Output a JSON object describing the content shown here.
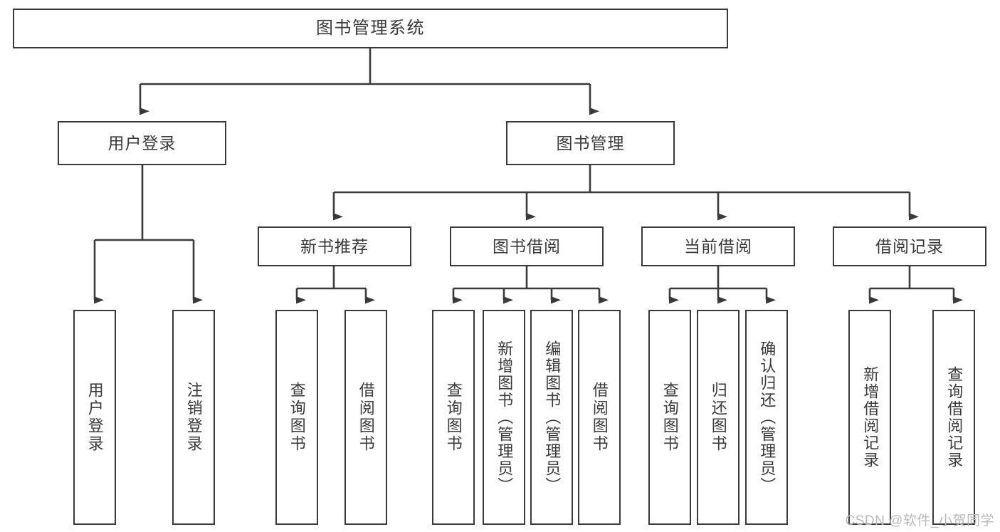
{
  "diagram": {
    "title": "图书管理系统",
    "type": "tree",
    "colors": {
      "stroke": "#3a3a3a",
      "fill": "#ffffff",
      "text": "#3a3a3a",
      "watermark": "#b9b9b9"
    },
    "nodes": {
      "root": {
        "label": "图书管理系统"
      },
      "level1": [
        {
          "label": "用户登录"
        },
        {
          "label": "图书管理"
        }
      ],
      "level2": [
        {
          "label": "新书推荐"
        },
        {
          "label": "图书借阅"
        },
        {
          "label": "当前借阅"
        },
        {
          "label": "借阅记录"
        }
      ],
      "leaves": {
        "user_login": [
          {
            "label": "用户登录"
          },
          {
            "label": "注销登录"
          }
        ],
        "new_book_recommend": [
          {
            "label": "查询图书"
          },
          {
            "label": "借阅图书"
          }
        ],
        "book_borrow": [
          {
            "label": "查询图书"
          },
          {
            "label": "新增图书（管理员）"
          },
          {
            "label": "编辑图书（管理员）"
          },
          {
            "label": "借阅图书"
          }
        ],
        "current_borrow": [
          {
            "label": "查询图书"
          },
          {
            "label": "归还图书"
          },
          {
            "label": "确认归还（管理员）"
          }
        ],
        "borrow_record": [
          {
            "label": "新增借阅记录"
          },
          {
            "label": "查询借阅记录"
          }
        ]
      }
    },
    "watermark": "CSDN @软件_小贺同学"
  }
}
